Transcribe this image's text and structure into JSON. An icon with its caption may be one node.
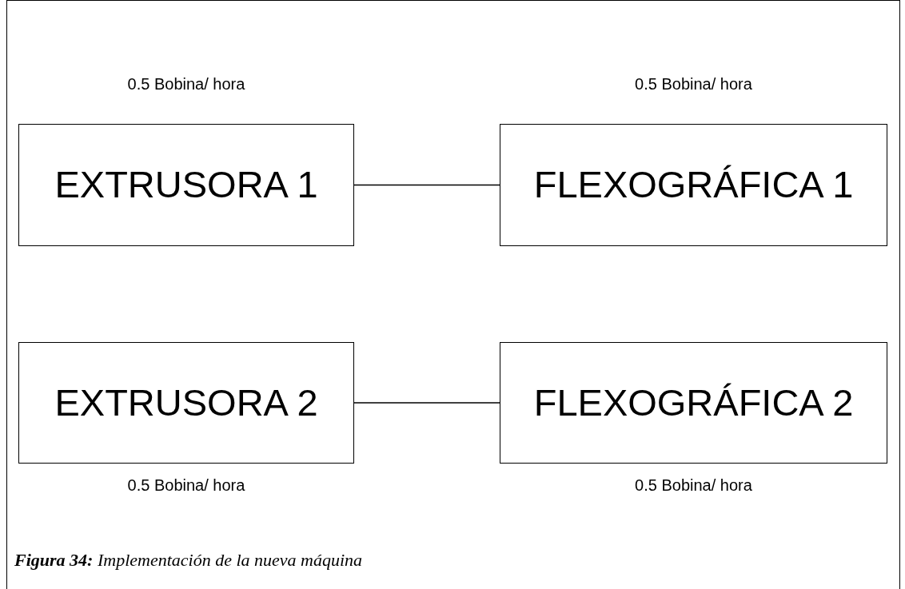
{
  "diagram": {
    "caption": "**Figura 34:** Implementación de la nueva máquina",
    "nodes": [
      {
        "text": [
          "EXTRUSORA 1"
        ],
        "beside": [
          "0.5 Bobina/ hora"
        ]
      },
      {
        "text": [
          "FLEXOGRÁFICA 1"
        ],
        "beside": [
          "0.5 Bobina/ hora"
        ]
      },
      {
        "text": [
          "EXTRUSORA 2"
        ],
        "beside": [
          "0.5 Bobina/ hora"
        ]
      },
      {
        "text": [
          "FLEXOGRÁFICA 2"
        ],
        "beside": [
          "0.5 Bobina/ hora"
        ]
      }
    ],
    "edges": [
      {
        "from": 0,
        "to": 1,
        "arrow": "none"
      },
      {
        "from": 2,
        "to": 3,
        "arrow": "none"
      }
    ]
  }
}
